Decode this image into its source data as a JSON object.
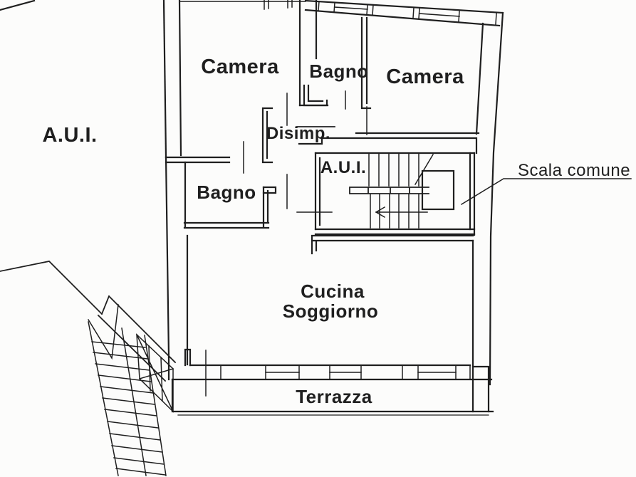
{
  "document": {
    "type": "floor-plan",
    "language": "it"
  },
  "colors": {
    "ink": "#1f1f1f",
    "paper": "#fcfcfb"
  },
  "rooms": {
    "aui_main": {
      "label": "A.U.I."
    },
    "camera_left": {
      "label": "Camera"
    },
    "bagno_top": {
      "label": "Bagno"
    },
    "camera_right": {
      "label": "Camera"
    },
    "disimp": {
      "label": "Disimp."
    },
    "aui_stair": {
      "label": "A.U.I."
    },
    "bagno_lower": {
      "label": "Bagno"
    },
    "cucina": {
      "label": "Cucina"
    },
    "soggiorno": {
      "label": "Soggiorno"
    },
    "terrazza": {
      "label": "Terrazza"
    }
  },
  "annotations": {
    "scala_comune": {
      "label": "Scala comune"
    }
  }
}
